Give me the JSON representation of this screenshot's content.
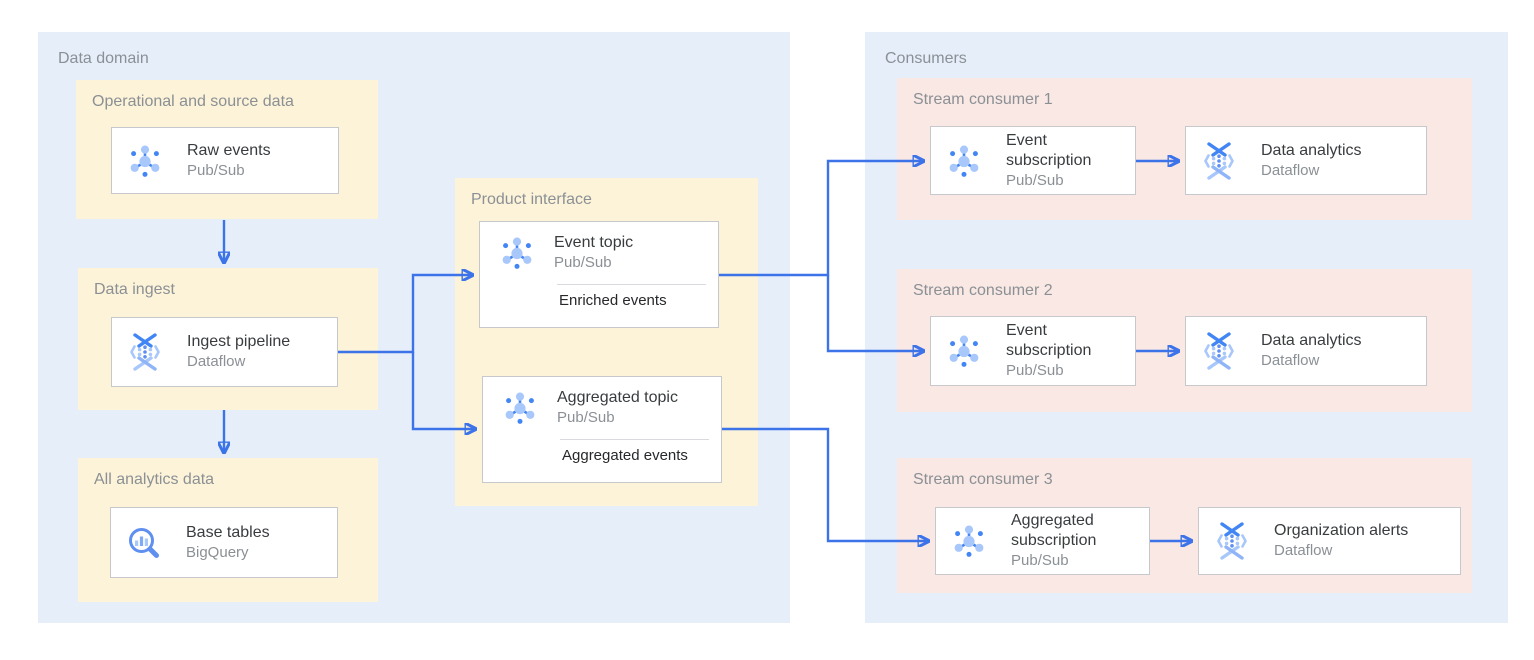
{
  "colors": {
    "arrow_blue": "#3c73e8",
    "icon_blue_dark": "#4285f4",
    "icon_blue_light": "#a8c7fa",
    "domain_container_bg": "#e6eefa",
    "producer_group_bg": "#fdf3d9",
    "consumer_group_bg": "#f9e8e4",
    "card_border": "#c6c8cb",
    "label_gray": "#8b9095"
  },
  "data_domain": {
    "label": "Data domain",
    "operational": {
      "label": "Operational and source data",
      "card": {
        "icon": "pubsub",
        "title": "Raw events",
        "subtitle": "Pub/Sub"
      }
    },
    "ingest": {
      "label": "Data ingest",
      "card": {
        "icon": "dataflow",
        "title": "Ingest pipeline",
        "subtitle": "Dataflow"
      }
    },
    "analytics": {
      "label": "All analytics data",
      "card": {
        "icon": "bigquery",
        "title": "Base tables",
        "subtitle": "BigQuery"
      }
    },
    "product_interface": {
      "label": "Product interface",
      "topics": [
        {
          "icon": "pubsub",
          "title": "Event topic",
          "subtitle": "Pub/Sub",
          "badge": "Enriched events"
        },
        {
          "icon": "pubsub",
          "title": "Aggregated topic",
          "subtitle": "Pub/Sub",
          "badge": "Aggregated events"
        }
      ]
    }
  },
  "consumers": {
    "label": "Consumers",
    "groups": [
      {
        "label": "Stream consumer 1",
        "subscription": {
          "icon": "pubsub",
          "title": "Event subscription",
          "subtitle": "Pub/Sub"
        },
        "processor": {
          "icon": "dataflow",
          "title": "Data analytics",
          "subtitle": "Dataflow"
        }
      },
      {
        "label": "Stream consumer 2",
        "subscription": {
          "icon": "pubsub",
          "title": "Event subscription",
          "subtitle": "Pub/Sub"
        },
        "processor": {
          "icon": "dataflow",
          "title": "Data analytics",
          "subtitle": "Dataflow"
        }
      },
      {
        "label": "Stream consumer 3",
        "subscription": {
          "icon": "pubsub",
          "title": "Aggregated subscription",
          "subtitle": "Pub/Sub"
        },
        "processor": {
          "icon": "dataflow",
          "title": "Organization alerts",
          "subtitle": "Dataflow"
        }
      }
    ]
  }
}
